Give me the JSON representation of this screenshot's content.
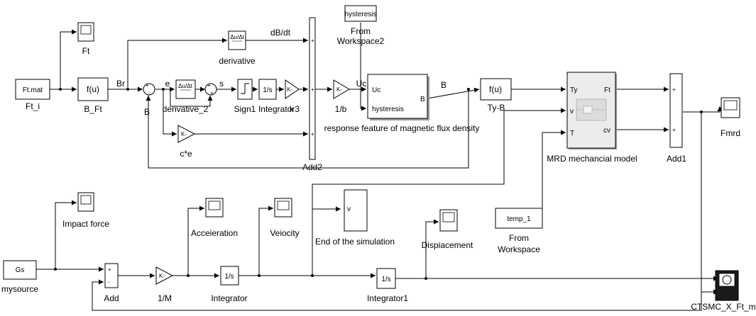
{
  "blocks": {
    "ft_mat": "Ft.mat",
    "ft_i": "Ft_i",
    "scope_ft": "Ft",
    "fcn": "f(u)",
    "b_ft": "B_Ft",
    "br": "Br",
    "b_sig": "B",
    "e_sig": "e",
    "derivative_symbol": "Δu/Δt",
    "derivative": "derivative",
    "derivative_2": "derivative_2",
    "s_sig": "s",
    "integ": "1/s",
    "sign1": "Sign1",
    "integrator3": "Integrator3",
    "gain_k": "K-",
    "k": "k",
    "ce": "c*e",
    "dbdt": "dB/dt",
    "add2": "Add2",
    "gain_1b": "1/b",
    "uc": "Uc",
    "hysteresis": "hysteresis",
    "from_ws2_line1": "From",
    "from_ws2_line2": "Workspace2",
    "port_uc": "Uc",
    "port_hyst": "hysteresis",
    "port_b": "B",
    "b_out": "B",
    "resp_feature": "response feature of magnetic flux density",
    "ty_b": "Ty-B",
    "port_ty": "Ty",
    "port_v": "v",
    "port_t": "T",
    "port_ft": "Ft",
    "port_cv": "cv",
    "mrd_model": "MRD mechancial model",
    "add1": "Add1",
    "fmrd": "Fmrd",
    "impact_force": "Impact force",
    "gs": "Gs",
    "mysource": "mysource",
    "add": "Add",
    "gain_1m": "1/M",
    "acceleration": "Acceieration",
    "integrator": "Integrator",
    "velocity": "Veiocity",
    "stop_port": "v",
    "end_sim": "End of the simulation",
    "integrator1": "Integrator1",
    "displacement": "Dispiacement",
    "temp_1": "temp_1",
    "from_ws_line1": "From",
    "from_ws_line2": "Workspace",
    "ctsmc": "CTSMC_X_Ft_mr",
    "plus": "+",
    "minus": "-"
  }
}
